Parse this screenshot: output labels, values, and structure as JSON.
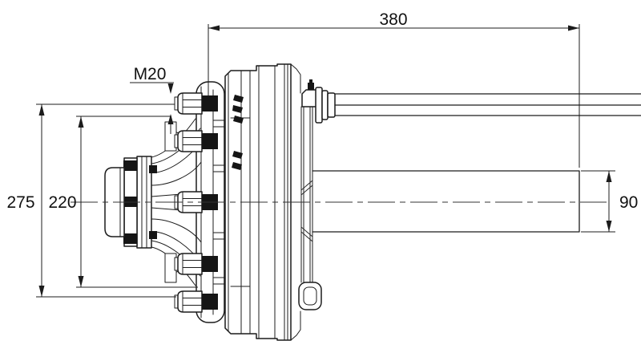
{
  "figure": {
    "kind": "technical side-view drawing of a braked axle hub assembly",
    "colors": {
      "line": "#1c1c1c",
      "background": "#ffffff"
    },
    "dimensions": {
      "overall_length": "380",
      "stud_thread": "M20",
      "hub_outer": "275",
      "bolt_circle": "220",
      "tube_height": "90"
    }
  }
}
